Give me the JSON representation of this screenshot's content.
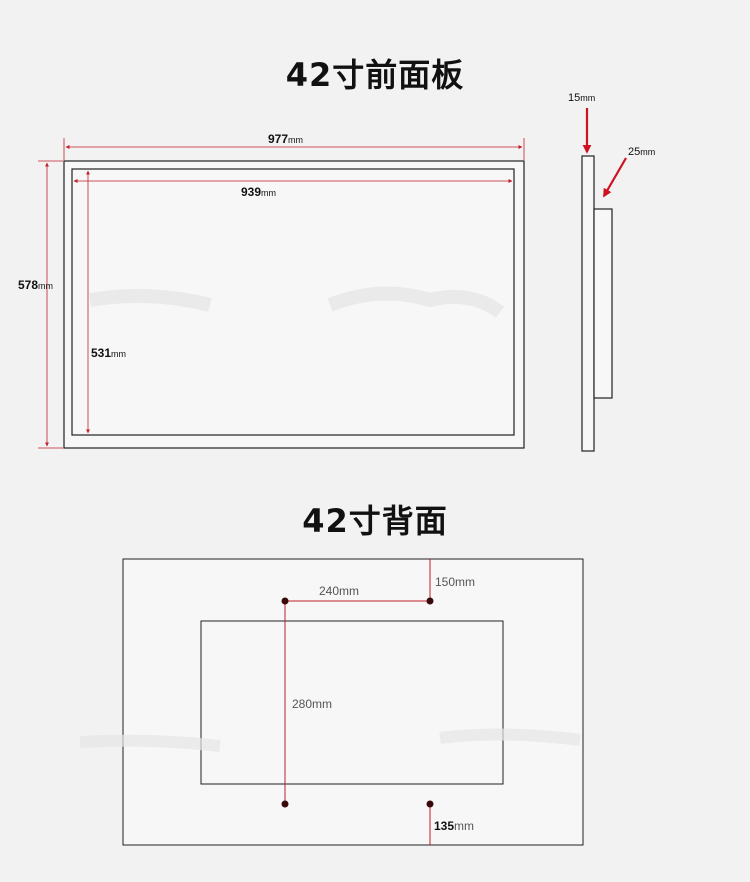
{
  "front": {
    "title": "42寸前面板",
    "outer_width": {
      "value": "977",
      "unit": "mm"
    },
    "inner_width": {
      "value": "939",
      "unit": "mm"
    },
    "outer_height": {
      "value": "578",
      "unit": "mm"
    },
    "inner_height": {
      "value": "531",
      "unit": "mm"
    },
    "side_thickness": {
      "value": "15",
      "unit": "mm"
    },
    "side_depth": {
      "value": "25",
      "unit": "mm"
    }
  },
  "back": {
    "title": "42寸背面",
    "hole_spacing_h": {
      "value": "240",
      "unit": "mm"
    },
    "hole_spacing_v": {
      "value": "280",
      "unit": "mm"
    },
    "top_offset": {
      "value": "150",
      "unit": "mm"
    },
    "bottom_offset": {
      "value": "135",
      "unit": "mm"
    }
  },
  "colors": {
    "dimension_line": "#c0202a",
    "outline": "#222222",
    "hole": "#3a0a0a"
  }
}
